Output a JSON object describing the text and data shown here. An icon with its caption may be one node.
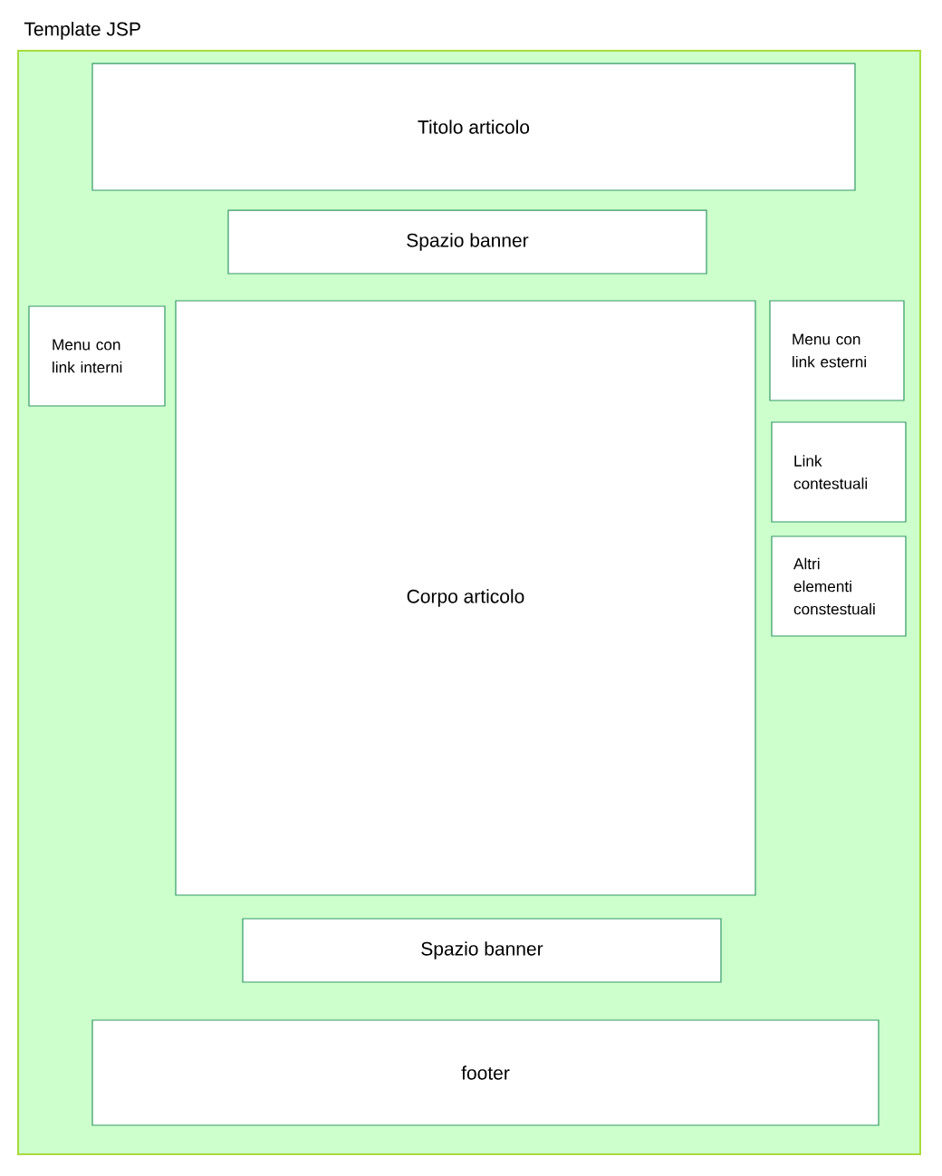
{
  "diagram": {
    "nodes": [
      {
        "text": [
          "Template JSP"
        ]
      },
      {
        "text": [
          "Titolo articolo"
        ],
        "in": 0
      },
      {
        "text": [
          "Spazio banner"
        ],
        "in": 0
      },
      {
        "text": [
          "Menu con link interni"
        ],
        "in": 0
      },
      {
        "text": [
          "Corpo articolo"
        ],
        "in": 0
      },
      {
        "text": [
          "Menu con link esterni"
        ],
        "in": 0
      },
      {
        "text": [
          "Link contestuali"
        ],
        "in": 0
      },
      {
        "text": [
          "Altri elementi constestuali"
        ],
        "in": 0
      },
      {
        "text": [
          "Spazio banner"
        ],
        "in": 0
      },
      {
        "text": [
          "footer"
        ],
        "in": 0
      }
    ]
  }
}
